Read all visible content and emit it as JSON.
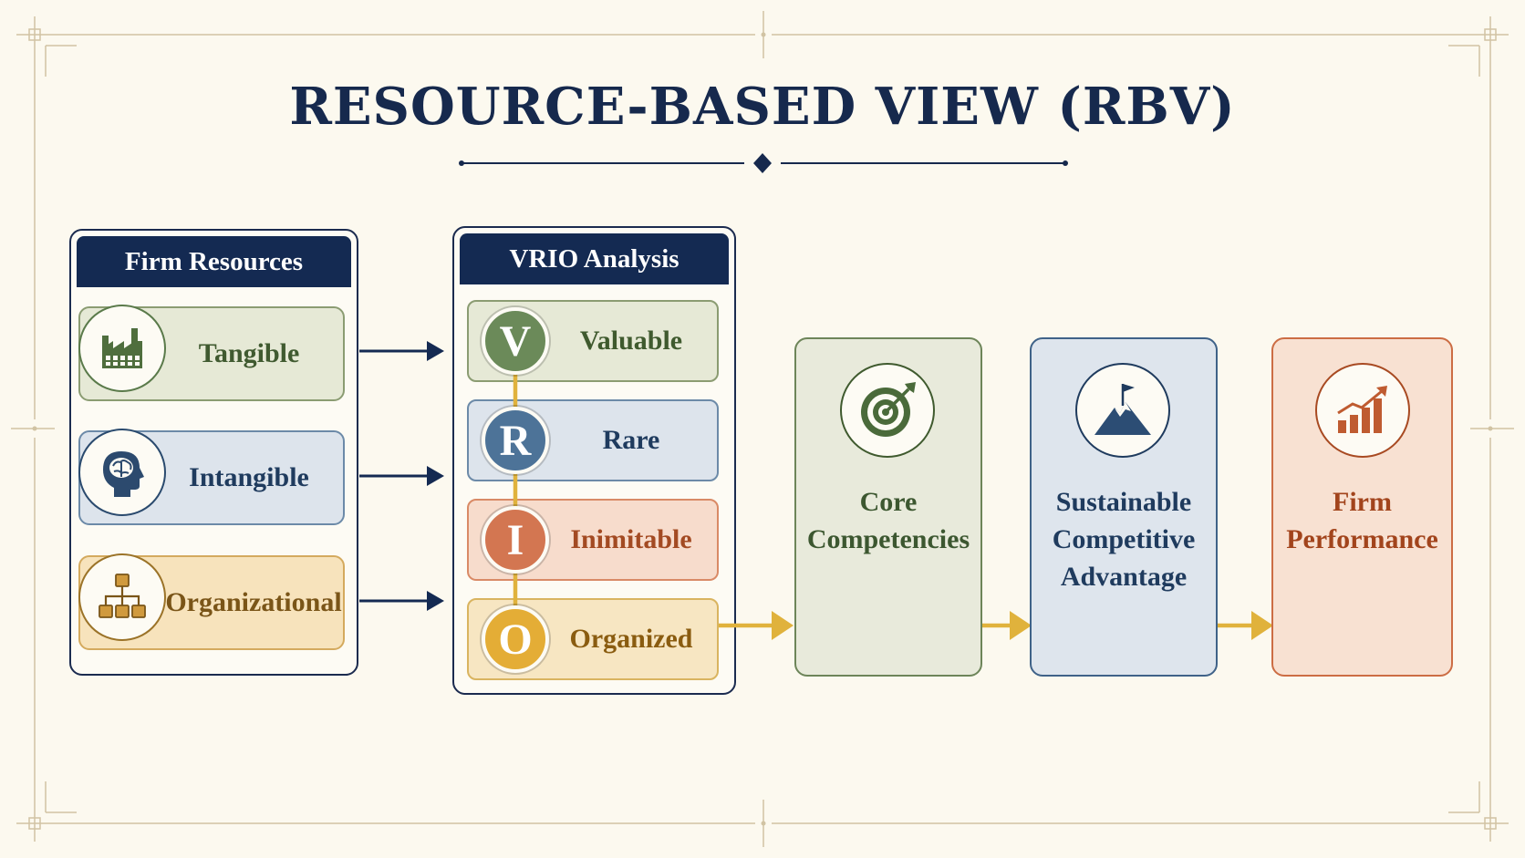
{
  "title": "RESOURCE-BASED VIEW (RBV)",
  "firm_resources": {
    "header": "Firm Resources",
    "items": [
      {
        "label": "Tangible",
        "icon": "factory-icon"
      },
      {
        "label": "Intangible",
        "icon": "brain-head-icon"
      },
      {
        "label": "Organizational",
        "icon": "org-chart-icon"
      }
    ]
  },
  "vrio": {
    "header": "VRIO Analysis",
    "items": [
      {
        "letter": "V",
        "label": "Valuable"
      },
      {
        "letter": "R",
        "label": "Rare"
      },
      {
        "letter": "I",
        "label": "Inimitable"
      },
      {
        "letter": "O",
        "label": "Organized"
      }
    ]
  },
  "stages": [
    {
      "label": "Core\nCompetencies",
      "icon": "target-icon"
    },
    {
      "label": "Sustainable\nCompetitive\nAdvantage",
      "icon": "mountain-flag-icon"
    },
    {
      "label": "Firm\nPerformance",
      "icon": "growth-chart-icon"
    }
  ],
  "colors": {
    "navy": "#142a52",
    "green": "#5a7a4a",
    "blue": "#40678c",
    "orange": "#c96a40",
    "gold": "#e0b23c",
    "frame": "#c8b690"
  }
}
